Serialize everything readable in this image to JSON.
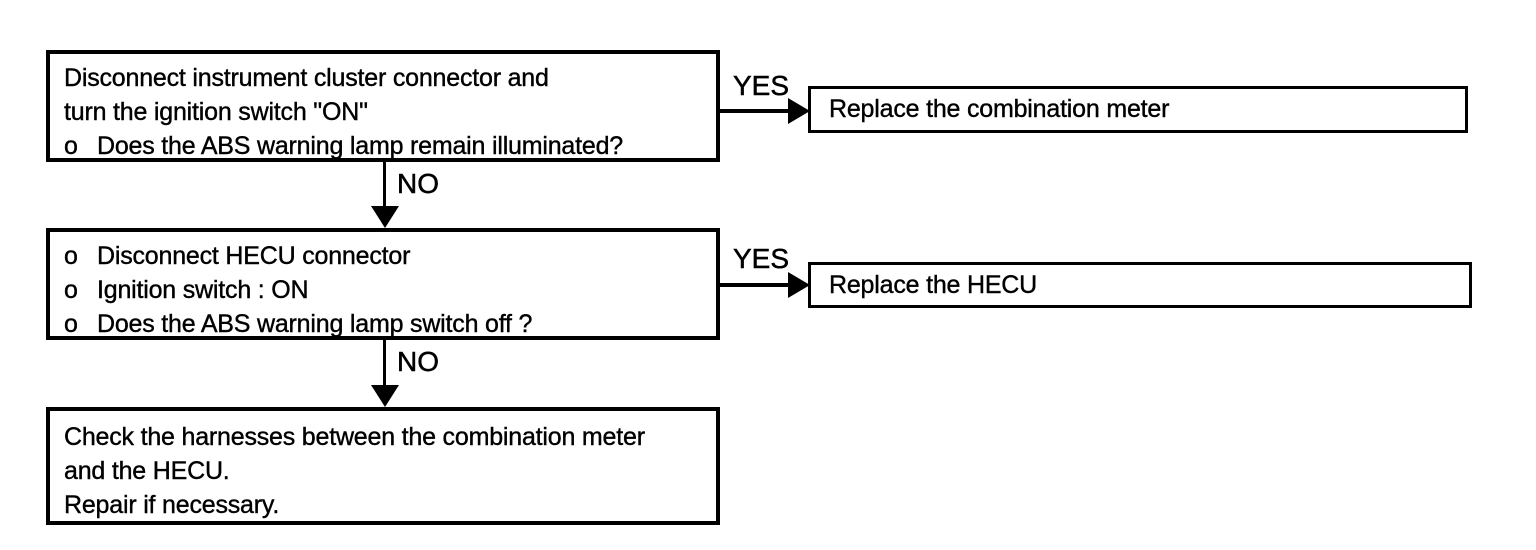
{
  "labels": {
    "yes": "YES",
    "no": "NO",
    "bullet_char": "o"
  },
  "flowchart": {
    "step1": {
      "lines": [
        "Disconnect instrument cluster connector and",
        "turn the ignition switch \"ON\""
      ],
      "question": "Does the ABS warning lamp remain illuminated?"
    },
    "step2": {
      "items": [
        "Disconnect HECU connector",
        "Ignition switch : ON",
        "Does the ABS warning lamp switch off ?"
      ]
    },
    "action1": "Replace the combination meter",
    "action2": "Replace the HECU",
    "final_step": {
      "lines": [
        "Check the harnesses between the combination meter",
        "and the HECU.",
        "Repair if necessary."
      ]
    }
  },
  "colors": {
    "ink": "#000000",
    "background": "#ffffff"
  }
}
